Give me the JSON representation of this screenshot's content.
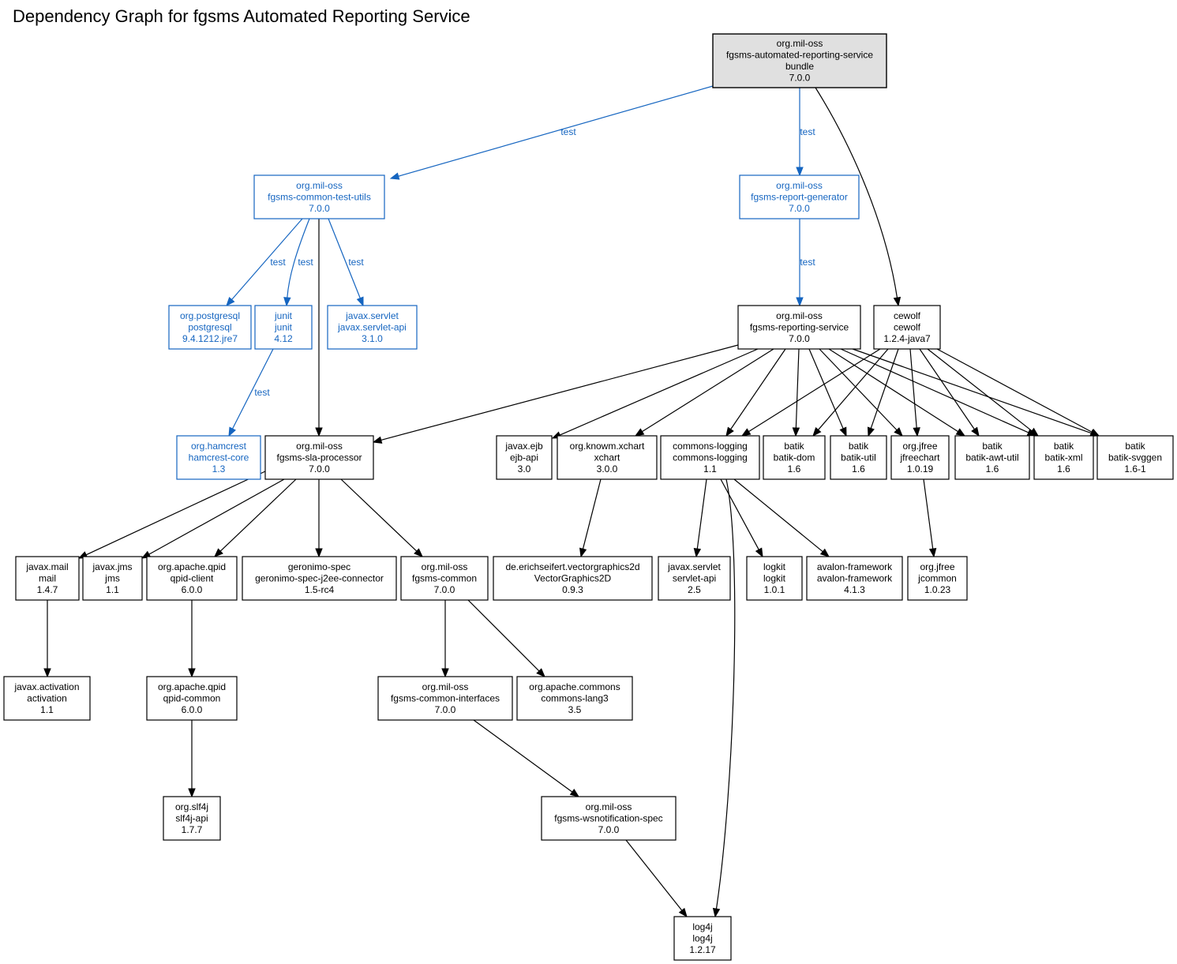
{
  "title": "Dependency Graph for fgsms Automated Reporting Service",
  "colors": {
    "test_scope": "#1565c0",
    "root_fill": "#e0e0e0",
    "default": "#000000"
  },
  "nodes": {
    "root": {
      "lines": [
        "org.mil-oss",
        "fgsms-automated-reporting-service",
        "bundle",
        "7.0.0"
      ],
      "scope": "root"
    },
    "testutils": {
      "lines": [
        "org.mil-oss",
        "fgsms-common-test-utils",
        "7.0.0"
      ],
      "scope": "test"
    },
    "reportgen": {
      "lines": [
        "org.mil-oss",
        "fgsms-report-generator",
        "7.0.0"
      ],
      "scope": "test"
    },
    "postgresql": {
      "lines": [
        "org.postgresql",
        "postgresql",
        "9.4.1212.jre7"
      ],
      "scope": "test"
    },
    "junit": {
      "lines": [
        "junit",
        "junit",
        "4.12"
      ],
      "scope": "test"
    },
    "servletapi3": {
      "lines": [
        "javax.servlet",
        "javax.servlet-api",
        "3.1.0"
      ],
      "scope": "test"
    },
    "reportingsvc": {
      "lines": [
        "org.mil-oss",
        "fgsms-reporting-service",
        "7.0.0"
      ],
      "scope": "compile"
    },
    "cewolf": {
      "lines": [
        "cewolf",
        "cewolf",
        "1.2.4-java7"
      ],
      "scope": "compile"
    },
    "hamcrest": {
      "lines": [
        "org.hamcrest",
        "hamcrest-core",
        "1.3"
      ],
      "scope": "test"
    },
    "slaproc": {
      "lines": [
        "org.mil-oss",
        "fgsms-sla-processor",
        "7.0.0"
      ],
      "scope": "compile"
    },
    "ejb": {
      "lines": [
        "javax.ejb",
        "ejb-api",
        "3.0"
      ],
      "scope": "compile"
    },
    "xchart": {
      "lines": [
        "org.knowm.xchart",
        "xchart",
        "3.0.0"
      ],
      "scope": "compile"
    },
    "commonslogging": {
      "lines": [
        "commons-logging",
        "commons-logging",
        "1.1"
      ],
      "scope": "compile"
    },
    "batikdom": {
      "lines": [
        "batik",
        "batik-dom",
        "1.6"
      ],
      "scope": "compile"
    },
    "batikutil": {
      "lines": [
        "batik",
        "batik-util",
        "1.6"
      ],
      "scope": "compile"
    },
    "jfreechart": {
      "lines": [
        "org.jfree",
        "jfreechart",
        "1.0.19"
      ],
      "scope": "compile"
    },
    "batikawt": {
      "lines": [
        "batik",
        "batik-awt-util",
        "1.6"
      ],
      "scope": "compile"
    },
    "batikxml": {
      "lines": [
        "batik",
        "batik-xml",
        "1.6"
      ],
      "scope": "compile"
    },
    "batiksvg": {
      "lines": [
        "batik",
        "batik-svggen",
        "1.6-1"
      ],
      "scope": "compile"
    },
    "mail": {
      "lines": [
        "javax.mail",
        "mail",
        "1.4.7"
      ],
      "scope": "compile"
    },
    "jms": {
      "lines": [
        "javax.jms",
        "jms",
        "1.1"
      ],
      "scope": "compile"
    },
    "qpidclient": {
      "lines": [
        "org.apache.qpid",
        "qpid-client",
        "6.0.0"
      ],
      "scope": "compile"
    },
    "geronimo": {
      "lines": [
        "geronimo-spec",
        "geronimo-spec-j2ee-connector",
        "1.5-rc4"
      ],
      "scope": "compile"
    },
    "fgsmscommon": {
      "lines": [
        "org.mil-oss",
        "fgsms-common",
        "7.0.0"
      ],
      "scope": "compile"
    },
    "vg2d": {
      "lines": [
        "de.erichseifert.vectorgraphics2d",
        "VectorGraphics2D",
        "0.9.3"
      ],
      "scope": "compile"
    },
    "servletapi25": {
      "lines": [
        "javax.servlet",
        "servlet-api",
        "2.5"
      ],
      "scope": "compile"
    },
    "logkit": {
      "lines": [
        "logkit",
        "logkit",
        "1.0.1"
      ],
      "scope": "compile"
    },
    "avalon": {
      "lines": [
        "avalon-framework",
        "avalon-framework",
        "4.1.3"
      ],
      "scope": "compile"
    },
    "jcommon": {
      "lines": [
        "org.jfree",
        "jcommon",
        "1.0.23"
      ],
      "scope": "compile"
    },
    "activation": {
      "lines": [
        "javax.activation",
        "activation",
        "1.1"
      ],
      "scope": "compile"
    },
    "qpidcommon": {
      "lines": [
        "org.apache.qpid",
        "qpid-common",
        "6.0.0"
      ],
      "scope": "compile"
    },
    "commoninterfaces": {
      "lines": [
        "org.mil-oss",
        "fgsms-common-interfaces",
        "7.0.0"
      ],
      "scope": "compile"
    },
    "commonslang3": {
      "lines": [
        "org.apache.commons",
        "commons-lang3",
        "3.5"
      ],
      "scope": "compile"
    },
    "slf4j": {
      "lines": [
        "org.slf4j",
        "slf4j-api",
        "1.7.7"
      ],
      "scope": "compile"
    },
    "wsnotif": {
      "lines": [
        "org.mil-oss",
        "fgsms-wsnotification-spec",
        "7.0.0"
      ],
      "scope": "compile"
    },
    "log4j": {
      "lines": [
        "log4j",
        "log4j",
        "1.2.17"
      ],
      "scope": "compile"
    }
  },
  "edges": [
    {
      "from": "root",
      "to": "testutils",
      "label": "test"
    },
    {
      "from": "root",
      "to": "reportgen",
      "label": "test"
    },
    {
      "from": "root",
      "to": "cewolf",
      "label": ""
    },
    {
      "from": "testutils",
      "to": "postgresql",
      "label": "test"
    },
    {
      "from": "testutils",
      "to": "junit",
      "label": "test"
    },
    {
      "from": "testutils",
      "to": "servletapi3",
      "label": "test"
    },
    {
      "from": "testutils",
      "to": "slaproc",
      "label": ""
    },
    {
      "from": "junit",
      "to": "hamcrest",
      "label": "test"
    },
    {
      "from": "reportgen",
      "to": "reportingsvc",
      "label": "test"
    },
    {
      "from": "reportingsvc",
      "to": "slaproc",
      "label": ""
    },
    {
      "from": "reportingsvc",
      "to": "ejb",
      "label": ""
    },
    {
      "from": "reportingsvc",
      "to": "xchart",
      "label": ""
    },
    {
      "from": "reportingsvc",
      "to": "commonslogging",
      "label": ""
    },
    {
      "from": "reportingsvc",
      "to": "batikdom",
      "label": ""
    },
    {
      "from": "reportingsvc",
      "to": "batikutil",
      "label": ""
    },
    {
      "from": "reportingsvc",
      "to": "jfreechart",
      "label": ""
    },
    {
      "from": "reportingsvc",
      "to": "batikawt",
      "label": ""
    },
    {
      "from": "reportingsvc",
      "to": "batikxml",
      "label": ""
    },
    {
      "from": "reportingsvc",
      "to": "batiksvg",
      "label": ""
    },
    {
      "from": "cewolf",
      "to": "commonslogging",
      "label": ""
    },
    {
      "from": "cewolf",
      "to": "batikdom",
      "label": ""
    },
    {
      "from": "cewolf",
      "to": "batikutil",
      "label": ""
    },
    {
      "from": "cewolf",
      "to": "jfreechart",
      "label": ""
    },
    {
      "from": "cewolf",
      "to": "batikawt",
      "label": ""
    },
    {
      "from": "cewolf",
      "to": "batikxml",
      "label": ""
    },
    {
      "from": "cewolf",
      "to": "batiksvg",
      "label": ""
    },
    {
      "from": "slaproc",
      "to": "mail",
      "label": ""
    },
    {
      "from": "slaproc",
      "to": "jms",
      "label": ""
    },
    {
      "from": "slaproc",
      "to": "qpidclient",
      "label": ""
    },
    {
      "from": "slaproc",
      "to": "geronimo",
      "label": ""
    },
    {
      "from": "slaproc",
      "to": "fgsmscommon",
      "label": ""
    },
    {
      "from": "xchart",
      "to": "vg2d",
      "label": ""
    },
    {
      "from": "commonslogging",
      "to": "servletapi25",
      "label": ""
    },
    {
      "from": "commonslogging",
      "to": "logkit",
      "label": ""
    },
    {
      "from": "commonslogging",
      "to": "avalon",
      "label": ""
    },
    {
      "from": "commonslogging",
      "to": "log4j",
      "label": ""
    },
    {
      "from": "jfreechart",
      "to": "jcommon",
      "label": ""
    },
    {
      "from": "mail",
      "to": "activation",
      "label": ""
    },
    {
      "from": "qpidclient",
      "to": "qpidcommon",
      "label": ""
    },
    {
      "from": "qpidcommon",
      "to": "slf4j",
      "label": ""
    },
    {
      "from": "fgsmscommon",
      "to": "commoninterfaces",
      "label": ""
    },
    {
      "from": "fgsmscommon",
      "to": "commonslang3",
      "label": ""
    },
    {
      "from": "commoninterfaces",
      "to": "wsnotif",
      "label": ""
    },
    {
      "from": "wsnotif",
      "to": "log4j",
      "label": ""
    }
  ]
}
